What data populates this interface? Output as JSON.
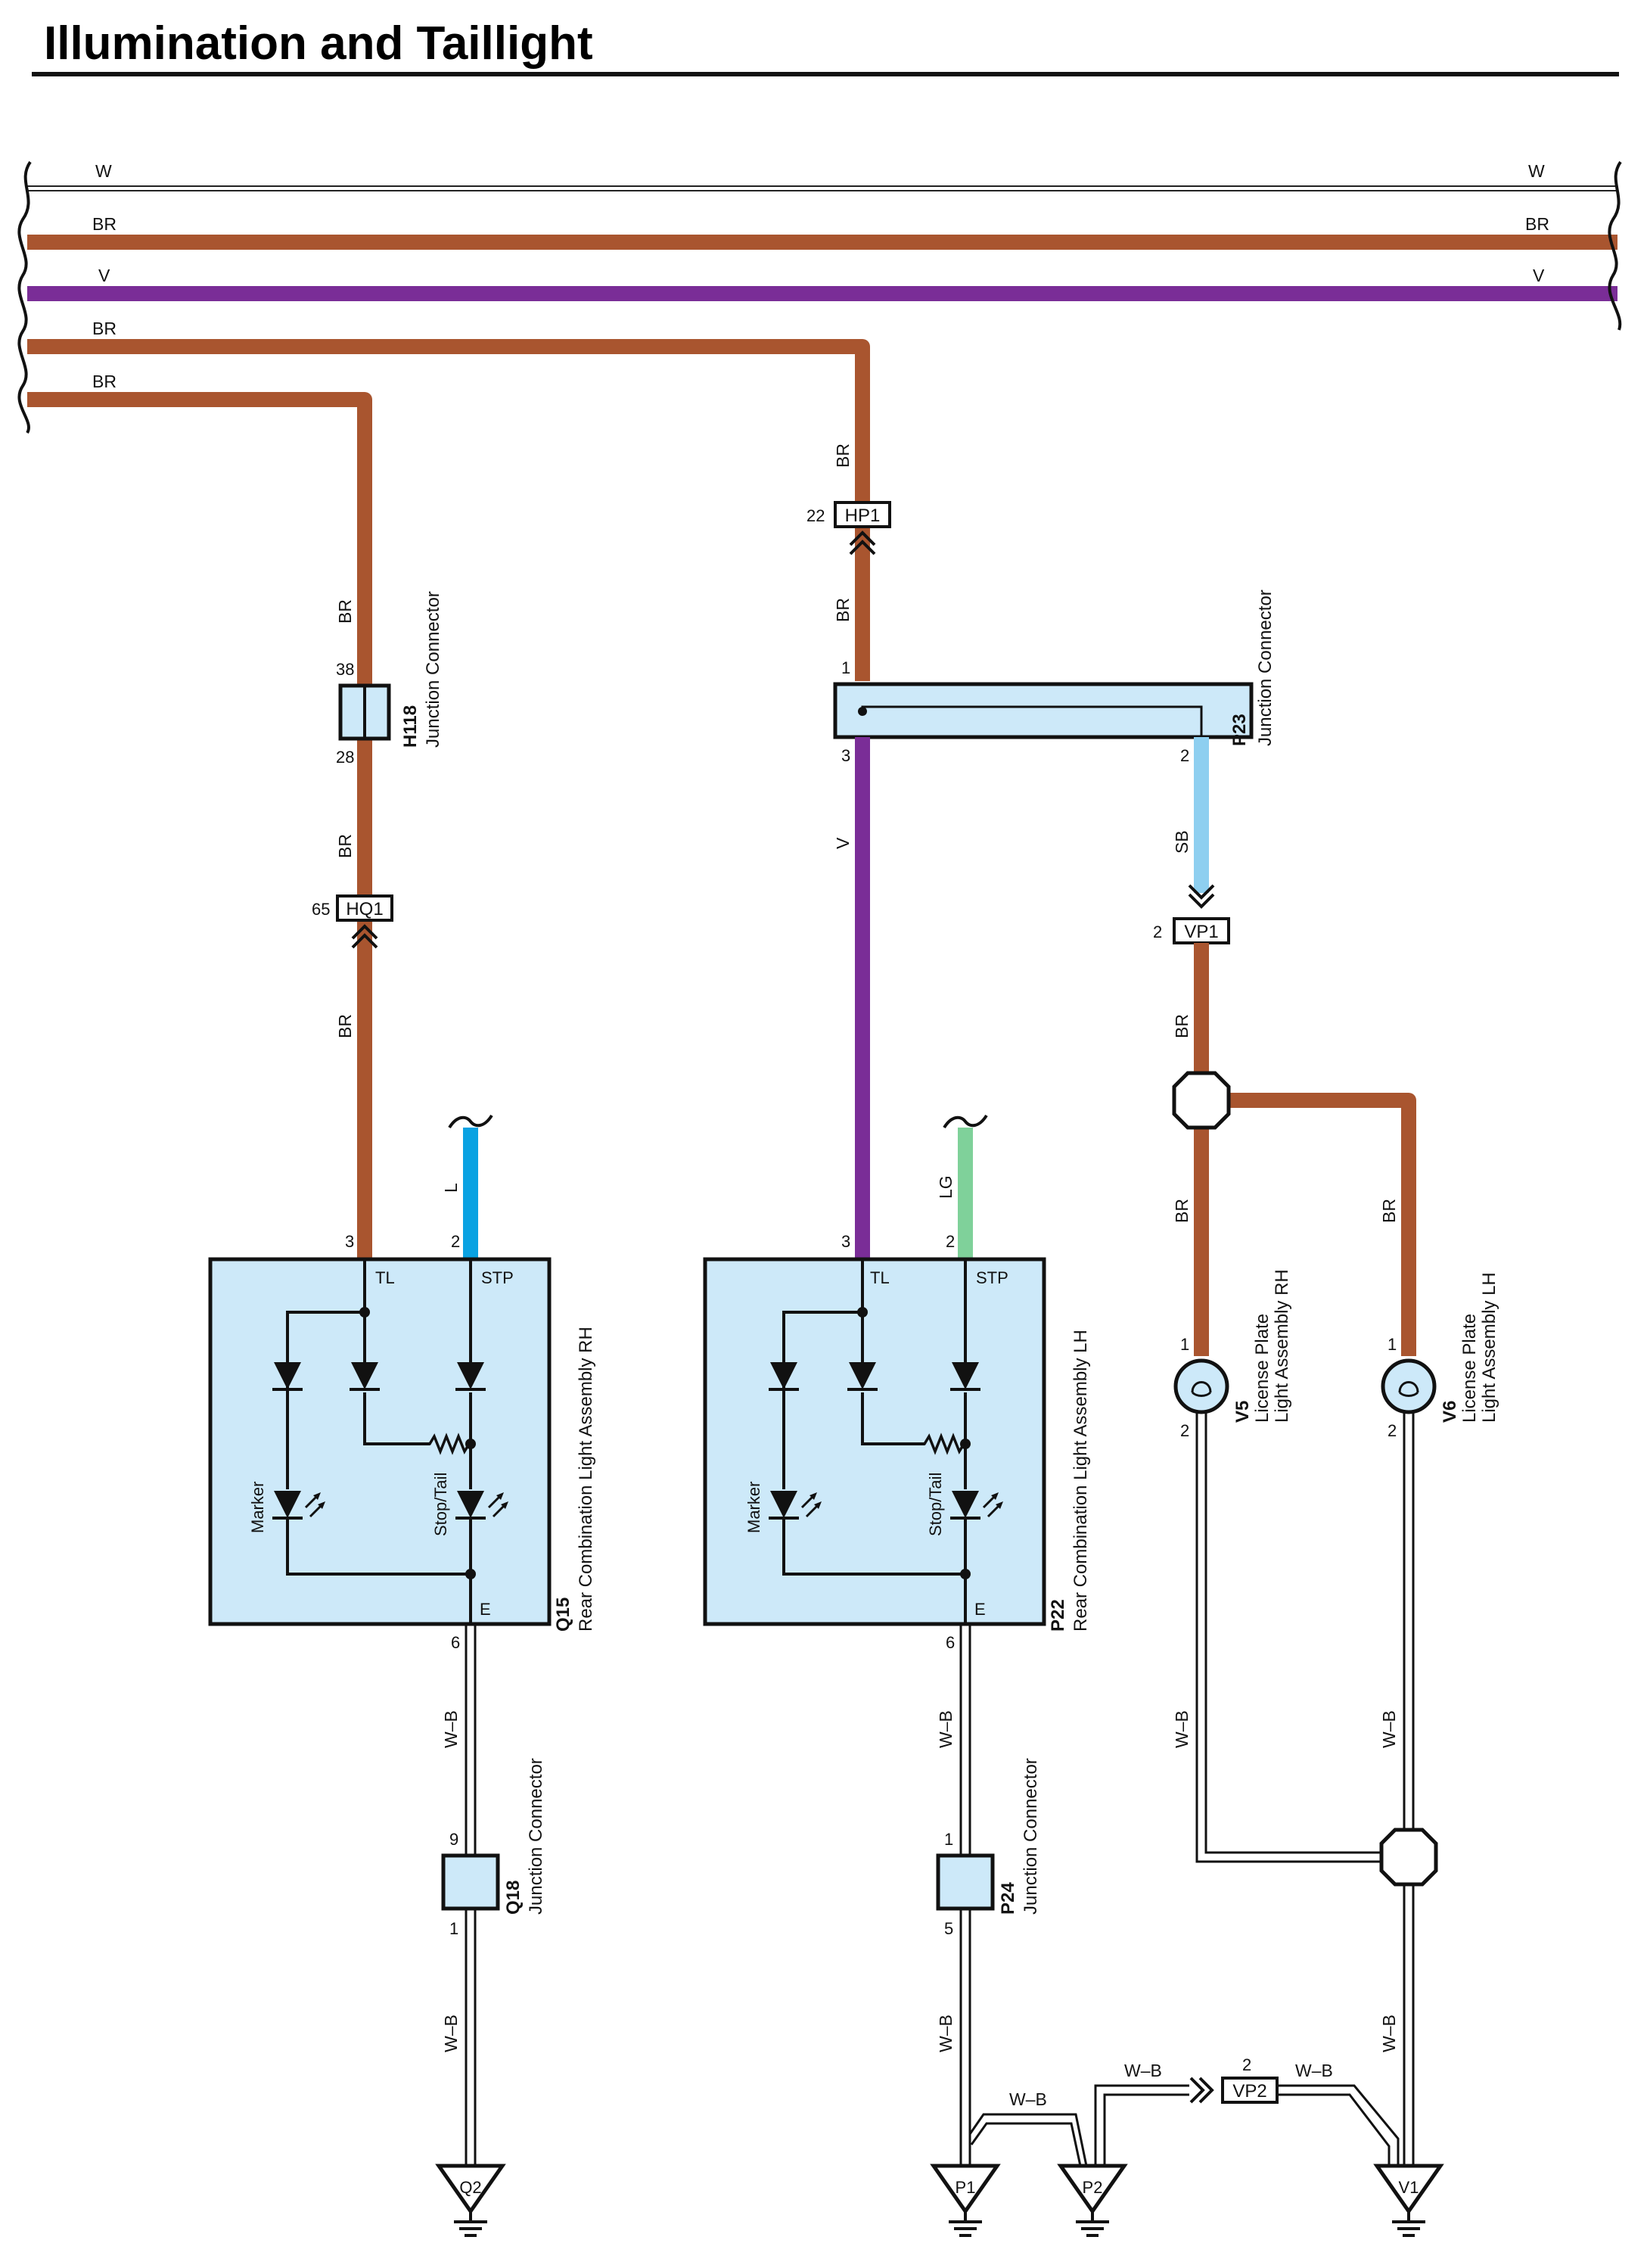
{
  "title": "Illumination and Taillight",
  "bus": {
    "w": "W",
    "br_top": "BR",
    "v": "V",
    "br_a": "BR",
    "br_b": "BR"
  },
  "wire_labels": {
    "hp1_above": "BR",
    "hp1_below": "BR",
    "h118_above": "BR",
    "h118_below": "BR",
    "hq1_below": "BR",
    "p23_v": "V",
    "p23_sb": "SB",
    "vp1_below": "BR",
    "v5_in": "BR",
    "v6_in": "BR",
    "q15_stp": "L",
    "p22_stp": "LG",
    "q15_gnd": "W–B",
    "q18_gnd": "W–B",
    "p22_gnd": "W–B",
    "p24_gnd": "W–B",
    "v5_gnd": "W–B",
    "v6_gnd1": "W–B",
    "v6_gnd2": "W–B",
    "p1_p2": "W–B",
    "p2_vp2": "W–B",
    "vp2_v1": "W–B"
  },
  "connectors": {
    "hp1": {
      "id": "HP1",
      "pin": "22"
    },
    "hq1": {
      "id": "HQ1",
      "pin": "65"
    },
    "vp1": {
      "id": "VP1",
      "pin": "2"
    },
    "vp2": {
      "id": "VP2",
      "pin": "2"
    },
    "h118": {
      "id": "H118",
      "name": "Junction Connector",
      "pin_top": "38",
      "pin_bottom": "28"
    },
    "p23": {
      "id": "P23",
      "name": "Junction Connector",
      "pin_in": "1",
      "pin_v": "3",
      "pin_sb": "2"
    },
    "q18": {
      "id": "Q18",
      "name": "Junction Connector",
      "pin_top": "9",
      "pin_bottom": "1"
    },
    "p24": {
      "id": "P24",
      "name": "Junction Connector",
      "pin_top": "1",
      "pin_bottom": "5"
    }
  },
  "components": {
    "q15": {
      "id": "Q15",
      "name": "Rear Combination Light Assembly RH",
      "pin_tl": "3",
      "pin_stp": "2",
      "pin_e": "6",
      "term_tl": "TL",
      "term_stp": "STP",
      "term_e": "E",
      "marker": "Marker",
      "stop_tail": "Stop/Tail"
    },
    "p22": {
      "id": "P22",
      "name": "Rear Combination Light Assembly LH",
      "pin_tl": "3",
      "pin_stp": "2",
      "pin_e": "6",
      "term_tl": "TL",
      "term_stp": "STP",
      "term_e": "E",
      "marker": "Marker",
      "stop_tail": "Stop/Tail"
    },
    "v5": {
      "id": "V5",
      "name1": "License Plate",
      "name2": "Light Assembly RH",
      "pin1": "1",
      "pin2": "2"
    },
    "v6": {
      "id": "V6",
      "name1": "License Plate",
      "name2": "Light Assembly LH",
      "pin1": "1",
      "pin2": "2"
    }
  },
  "grounds": {
    "q2": "Q2",
    "p1": "P1",
    "p2": "P2",
    "v1": "V1"
  },
  "colors": {
    "br": "#a9552f",
    "v": "#7a2d97",
    "l": "#0aa2e2",
    "sb": "#8ecff0",
    "lg": "#7fd19a",
    "component_fill": "#cde9f9",
    "line": "#111111"
  }
}
